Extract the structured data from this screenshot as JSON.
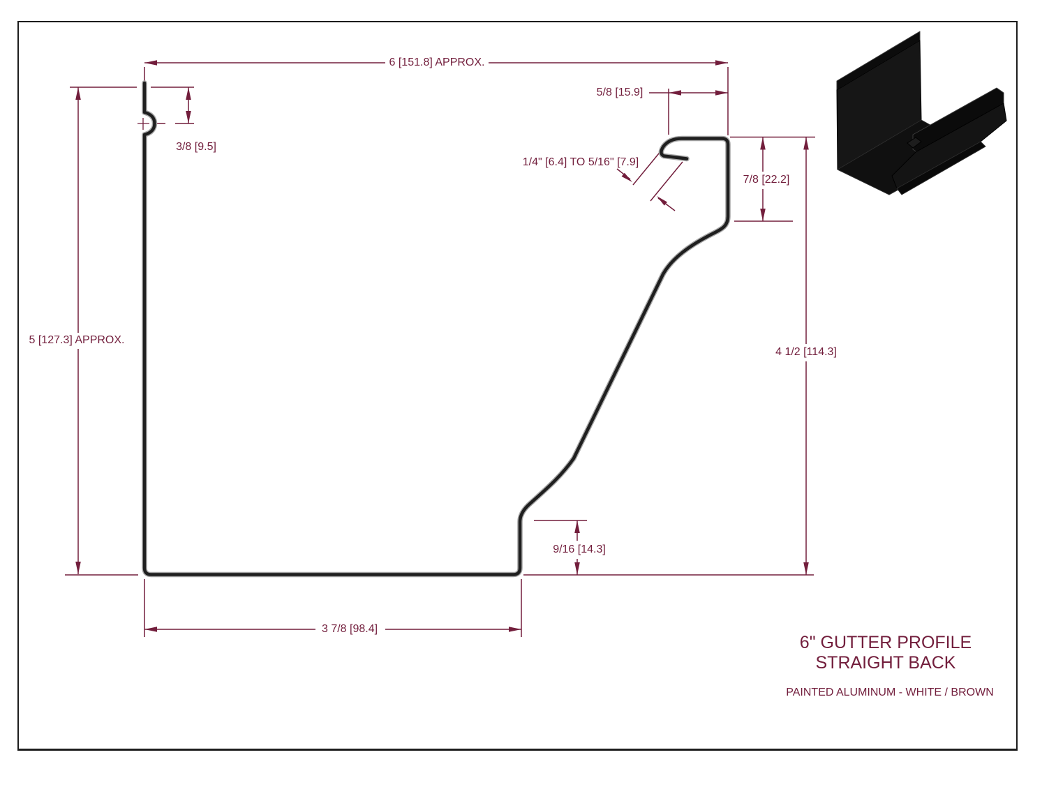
{
  "drawing": {
    "title_line1": "6\" GUTTER PROFILE",
    "title_line2": "STRAIGHT BACK",
    "subtitle": "PAINTED ALUMINUM - WHITE / BROWN",
    "dimensions": {
      "top_width": "6 [151.8] APPROX.",
      "back_height": "5 [127.3] APPROX.",
      "front_height": "4 1/2 [114.3]",
      "bottom_width": "3 7/8 [98.4]",
      "bead_offset": "3/8 [9.5]",
      "lip_width": "5/8 [15.9]",
      "lip_height": "7/8 [22.2]",
      "toe_height": "9/16 [14.3]",
      "curl_gap": "1/4\" [6.4] TO 5/16\" [7.9]"
    },
    "colors": {
      "dimension": "#721e3c",
      "profile_stroke": "#1f1f1f",
      "profile_outline": "#a6a6a6",
      "icon_fill": "#101010",
      "border": "#1c1c1c"
    }
  }
}
